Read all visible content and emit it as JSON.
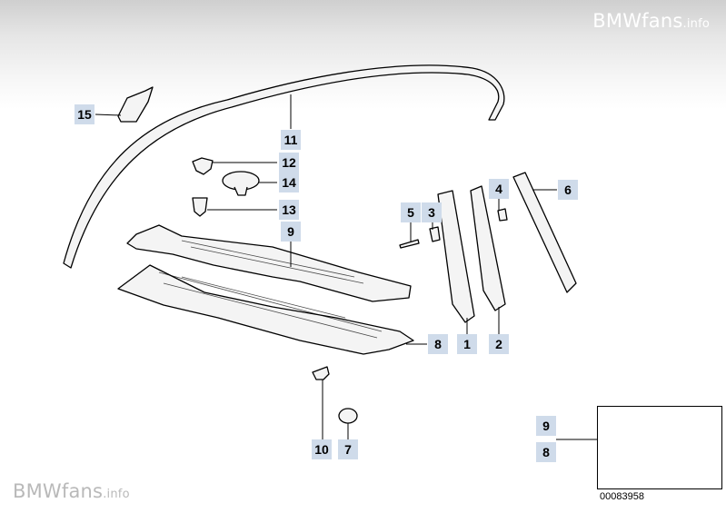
{
  "watermark_top": "BMWfans",
  "watermark_top_suffix": ".info",
  "watermark_bottom": "BMWfans",
  "watermark_bottom_suffix": ".info",
  "reference_number": "00083958",
  "callouts": {
    "c15": "15",
    "c11": "11",
    "c12": "12",
    "c14": "14",
    "c13": "13",
    "c9": "9",
    "c5": "5",
    "c3": "3",
    "c4": "4",
    "c6": "6",
    "c8": "8",
    "c1": "1",
    "c2": "2",
    "c10": "10",
    "c7": "7",
    "inset_top": "9",
    "inset_bottom": "8"
  },
  "colors": {
    "label_bg": "#cfdbea",
    "line": "#000000",
    "part_fill": "#f2f2f2"
  }
}
